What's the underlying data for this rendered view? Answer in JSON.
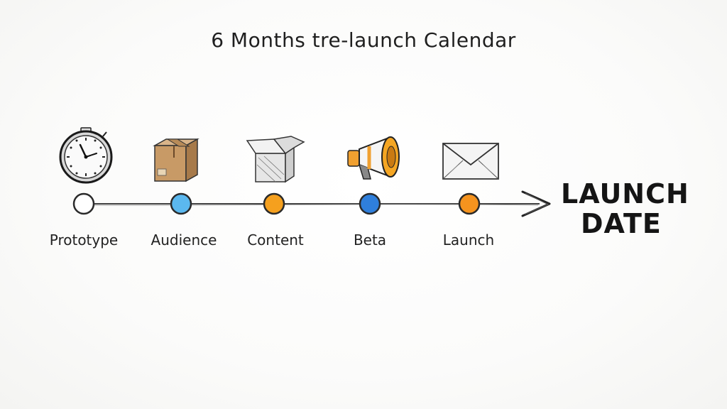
{
  "title": "6 Months tre-launch Calendar",
  "steps": [
    {
      "label": "Prototype",
      "icon": "stopwatch-icon",
      "dot_color": "#ffffff"
    },
    {
      "label": "Audience",
      "icon": "cardboard-box-icon",
      "dot_color": "#5bb8ef"
    },
    {
      "label": "Content",
      "icon": "open-box-icon",
      "dot_color": "#f5a01e"
    },
    {
      "label": "Beta",
      "icon": "megaphone-icon",
      "dot_color": "#2f7fdc"
    },
    {
      "label": "Launch",
      "icon": "envelope-icon",
      "dot_color": "#f5931e"
    }
  ],
  "endpoint": {
    "line1": "LAUNCH",
    "line2": "DATE"
  }
}
